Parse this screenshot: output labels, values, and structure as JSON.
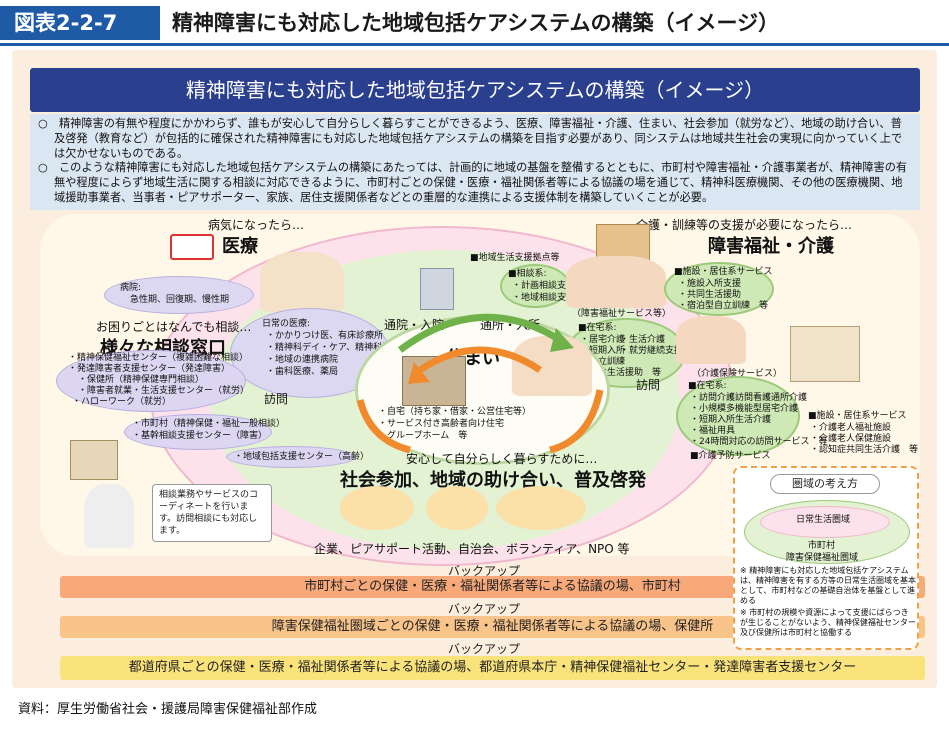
{
  "header": {
    "figure_no": "図表2-2-7",
    "title": "精神障害にも対応した地域包括ケアシステムの構築（イメージ）"
  },
  "banner": "精神障害にも対応した地域包括ケアシステムの構築（イメージ）",
  "intro": [
    "○　精神障害の有無や程度にかかわらず、誰もが安心して自分らしく暮らすことができるよう、医療、障害福祉・介護、住まい、社会参加（就労など）、地域の助け合い、普及啓発（教育など）が包括的に確保された精神障害にも対応した地域包括ケアシステムの構築を目指す必要があり、同システムは地域共生社会の実現に向かっていく上では欠かせないものである。",
    "○　このような精神障害にも対応した地域包括ケアシステムの構築にあたっては、計画的に地域の基盤を整備するとともに、市町村や障害福祉・介護事業者が、精神障害の有無や程度によらず地域生活に関する相談に対応できるように、市町村ごとの保健・医療・福祉関係者等による協議の場を通じて、精神科医療機関、その他の医療機関、地域援助事業者、当事者・ピアサポーター、家族、居住支援関係者などとの重層的な連携による支援体制を構築していくことが必要。"
  ],
  "medical": {
    "prompt": "病気になったら…",
    "title": "医療",
    "hospital_label": "病院:",
    "hospital_items": "急性期、回復期、慢性期",
    "daily_title": "日常の医療:",
    "daily_items": [
      "・かかりつけ医、有床診療所",
      "・精神科デイ・ケア、精神科訪問看護",
      "・地域の連携病院",
      "・歯科医療、薬局"
    ]
  },
  "welfare": {
    "prompt": "介護・訓練等の支援が必要になったら…",
    "title": "障害福祉・介護",
    "base": "■地域生活支援拠点等",
    "consult_title": "■相談系:",
    "consult_items": [
      "・計画相談支援",
      "・地域相談支援"
    ],
    "service_note": "（障害福祉サービス等）",
    "home_title": "■在宅系:",
    "home_items": [
      "・居宅介護",
      "・生活介護",
      "・短期入所",
      "・就労継続支援",
      "・自立訓練",
      "・自立生活援助　等"
    ],
    "facility_title": "■施設・居住系サービス",
    "facility_items": [
      "・施設入所支援",
      "・共同生活援助",
      "・宿泊型自立訓練　等"
    ],
    "care_note": "（介護保険サービス）",
    "care_home_title": "■在宅系:",
    "care_home_items": [
      "・訪問介護",
      "・訪問看護",
      "・通所介護",
      "・小規模多機能型居宅介護",
      "・短期入所生活介護",
      "・福祉用具",
      "・24時間対応の訪問サービス　等"
    ],
    "prevent": "■介護予防サービス",
    "care_facility_title": "■施設・居住系サービス",
    "care_facility_items": [
      "・介護老人福祉施設",
      "・介護老人保健施設",
      "・認知症共同生活介護　等"
    ]
  },
  "consult": {
    "prompt": "お困りごとはなんでも相談…",
    "title": "様々な相談窓口",
    "items": [
      "・精神保健福祉センター（複雑困難な相談）",
      "・発達障害者支援センター（発達障害）",
      "・保健所（精神保健専門相談）",
      "・障害者就業・生活支援センター（就労）",
      "・ハローワーク（就労）"
    ],
    "city_items": [
      "・市町村（精神保健・福祉一般相談）",
      "・基幹相談支援センター（障害）"
    ],
    "care_center": "・地域包括支援センター（高齢）",
    "bubble": "相談業務やサービスのコーディネートを行います。訪問相談にも対応します。"
  },
  "housing": {
    "title": "住まい",
    "items": [
      "・自宅（持ち家・借家・公営住宅等）",
      "・サービス付き高齢者向け住宅",
      "・グループホーム　等"
    ]
  },
  "arrows": {
    "visit1": "通院・入院",
    "visit2": "通所・入所",
    "visit_left": "訪問",
    "visit_right": "訪問"
  },
  "social": {
    "prompt": "安心して自分らしく暮らすために…",
    "title": "社会参加、地域の助け合い、普及啓発",
    "items": "企業、ピアサポート活動、自治会、ボランティア、NPO 等"
  },
  "circle_area": {
    "title": "圏域の考え方",
    "inner": "日常生活圏域",
    "mid": "市町村",
    "outer": "障害保健福祉圏域",
    "note1": "※ 精神障害にも対応した地域包括ケアシステムは、精神障害を有する方等の日常生活圏域を基本として、市町村などの基礎自治体を基盤として進める",
    "note2": "※ 市町村の規模や資源によって支援にばらつきが生じることがないよう、精神保健福祉センター及び保健所は市町村と協働する"
  },
  "bars": {
    "backup": "バックアップ",
    "bar1": "市町村ごとの保健・医療・福祉関係者等による協議の場、市町村",
    "bar2": "障害保健福祉圏域ごとの保健・医療・福祉関係者等による協議の場、保健所",
    "bar3": "都道府県ごとの保健・医療・福祉関係者等による協議の場、都道府県本庁・精神保健福祉センター・発達障害者支援センター"
  },
  "source": "資料：厚生労働省社会・援護局障害保健福祉部作成",
  "colors": {
    "header_blue": "#1f5aa6",
    "banner_navy": "#2b3f8f",
    "bar1": "#f7a97a",
    "bar2": "#f9c48a",
    "bar3": "#fbe37c"
  }
}
